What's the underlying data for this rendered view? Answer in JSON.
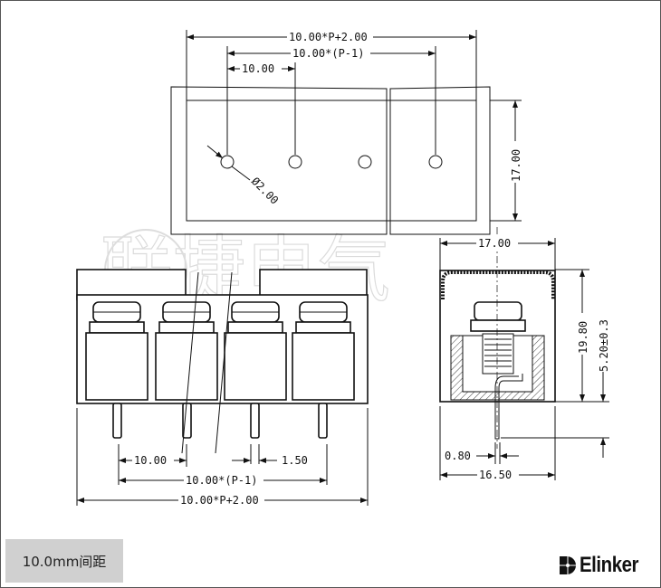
{
  "watermark": "联捷电气",
  "top_view": {
    "dim_overall": "10.00*P+2.00",
    "dim_pitch_total": "10.00*(P-1)",
    "dim_pitch": "10.00",
    "dim_depth": "17.00",
    "dim_hole": "Ø2.00"
  },
  "front_view": {
    "dim_pitch": "10.00",
    "dim_pin": "1.50",
    "dim_pitch_total": "10.00*(P-1)",
    "dim_overall": "10.00*P+2.00"
  },
  "side_view": {
    "dim_top_width": "17.00",
    "dim_height": "19.80",
    "dim_pin_length": "5.20±0.3",
    "dim_pin_width": "0.80",
    "dim_base_width": "16.50"
  },
  "pitch_label": "10.0mm间距",
  "brand": "Elinker"
}
